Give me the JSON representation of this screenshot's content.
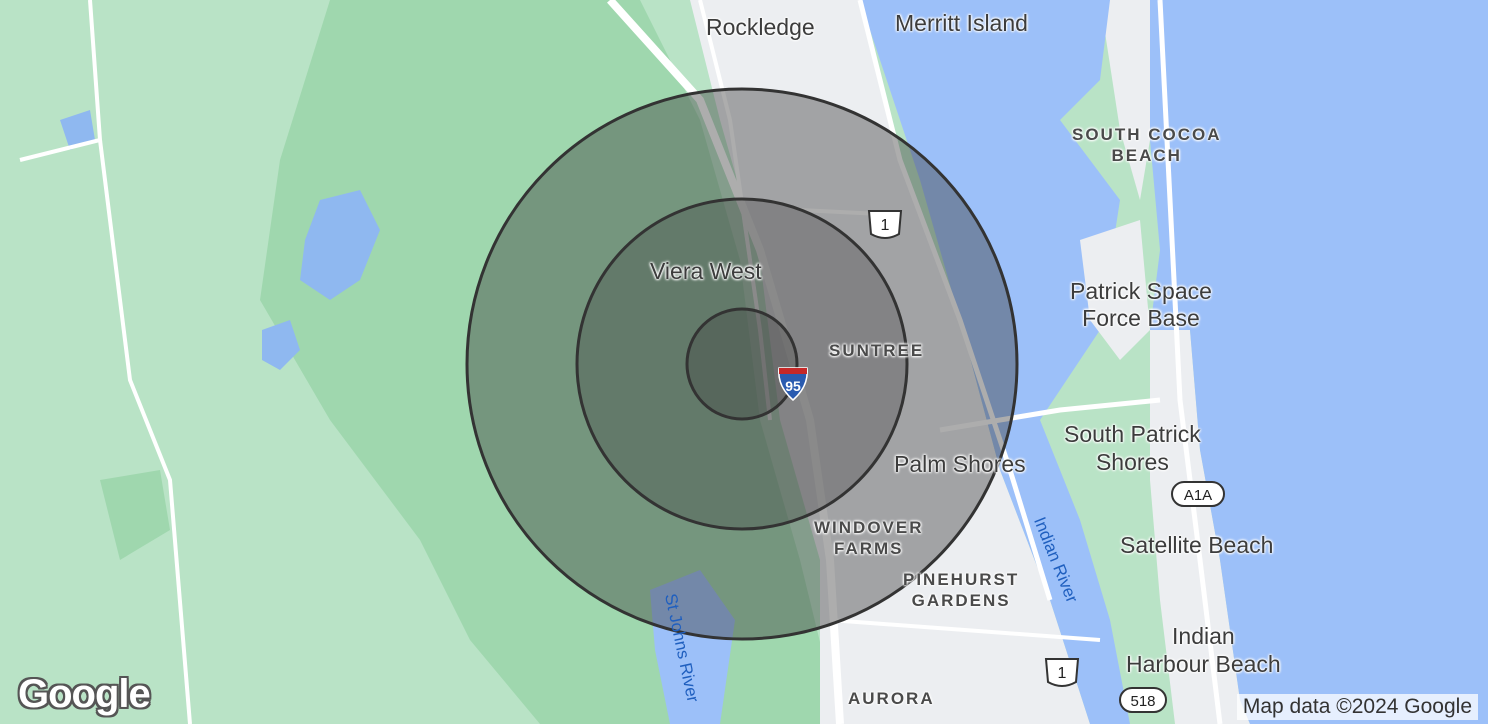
{
  "map": {
    "provider_logo": "Google",
    "attribution": "Map data ©2024 Google",
    "colors": {
      "land": "#b9e3c6",
      "park": "#9fd7ae",
      "urban": "#eceef1",
      "water": "#9cc0f9",
      "radius_fill": "#3c3c3c",
      "radius_stroke": "#333333"
    },
    "places": {
      "rockledge": "Rockledge",
      "merritt_island": "Merritt Island",
      "south_cocoa_beach_1": "SOUTH COCOA",
      "south_cocoa_beach_2": "BEACH",
      "viera_west": "Viera West",
      "patrick_sfb_1": "Patrick Space",
      "patrick_sfb_2": "Force Base",
      "suntree": "SUNTREE",
      "south_patrick_shores_1": "South Patrick",
      "south_patrick_shores_2": "Shores",
      "palm_shores": "Palm Shores",
      "windover_farms_1": "WINDOVER",
      "windover_farms_2": "FARMS",
      "satellite_beach": "Satellite Beach",
      "pinehurst_gardens_1": "PINEHURST",
      "pinehurst_gardens_2": "GARDENS",
      "indian_harbour_beach_1": "Indian",
      "indian_harbour_beach_2": "Harbour Beach",
      "aurora": "AURORA"
    },
    "water_labels": {
      "indian_river": "Indian River",
      "st_johns_river": "St Johns River"
    },
    "shields": {
      "us1_north": "1",
      "us1_south": "1",
      "i95": "95",
      "a1a": "A1A",
      "sr518": "518"
    },
    "radius_rings_count": 3
  }
}
